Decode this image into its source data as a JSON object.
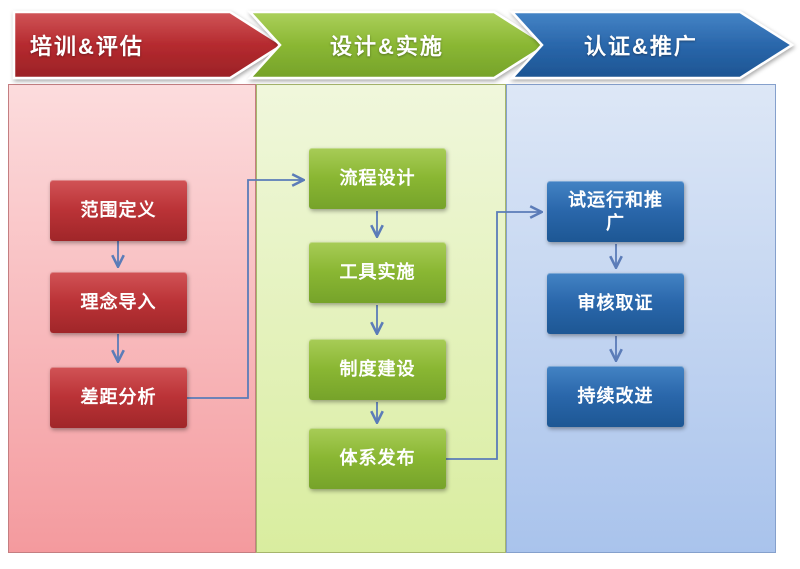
{
  "phases": [
    {
      "id": "training-evaluation",
      "label": "培训&评估",
      "accent": "#b52a2f"
    },
    {
      "id": "design-implementation",
      "label": "设计&实施",
      "accent": "#8ab733"
    },
    {
      "id": "certification-promotion",
      "label": "认证&推广",
      "accent": "#2a67ab"
    }
  ],
  "columns": [
    {
      "phase": "培训&评估",
      "steps": [
        "范围定义",
        "理念导入",
        "差距分析"
      ]
    },
    {
      "phase": "设计&实施",
      "steps": [
        "流程设计",
        "工具实施",
        "制度建设",
        "体系发布"
      ]
    },
    {
      "phase": "认证&推广",
      "steps": [
        "试运行和推广",
        "审核取证",
        "持续改进"
      ]
    }
  ],
  "connectors": {
    "cross_column": [
      {
        "from": "差距分析",
        "to": "流程设计"
      },
      {
        "from": "体系发布",
        "to": "试运行和推广"
      }
    ],
    "color": "#5b7cb8"
  },
  "colors": {
    "box-red": "#bb3337",
    "box-green": "#8ab733",
    "box-blue": "#2a67ab",
    "col-red-top": "#fcdcdd",
    "col-red-bottom": "#f49a9e",
    "col-green-top": "#f0f7dc",
    "col-green-bottom": "#d9ed9f",
    "col-blue-top": "#dde7f6",
    "col-blue-bottom": "#a9c3ec",
    "connector": "#5b7cb8"
  }
}
